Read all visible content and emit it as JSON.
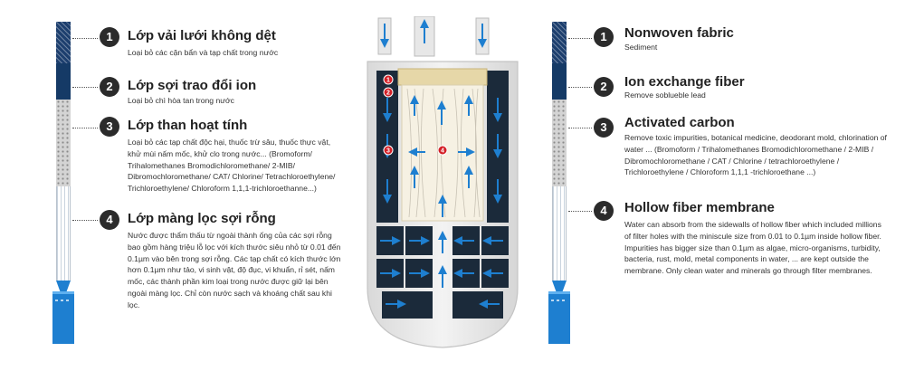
{
  "left_panel": {
    "layers": [
      {
        "number": "1",
        "title": "Lớp vải lưới không dệt",
        "desc": "Loại bỏ các cặn bẩn và tạp chất trong nước"
      },
      {
        "number": "2",
        "title": "Lớp sợi trao đổi ion",
        "desc": "Loại bỏ chì hòa tan trong nước"
      },
      {
        "number": "3",
        "title": "Lớp than hoạt tính",
        "desc": "Loại bỏ các tạp chất độc hại, thuốc trừ sâu, thuốc thực vật, khử mùi nấm mốc, khử clo trong nước... (Bromoform/ Trihalomethanes Bromodichloromethane/ 2-MIB/ Dibromochloromethane/ CAT/ Chlorine/ Tetrachloroethylene/ Trichloroethylene/ Chloroform 1,1,1-trichloroethanne...)"
      },
      {
        "number": "4",
        "title": "Lớp màng lọc sợi rỗng",
        "desc": "Nước được thẩm thấu từ ngoài thành ống của các sợi rỗng bao gồm hàng triệu lỗ lọc với kích thước siêu nhỏ từ 0.01 đến 0.1µm vào bên trong sợi rỗng. Các tạp chất có kích thước lớn hơn 0.1µm như tảo, vi sinh vật, độ đục, vi khuẩn, rỉ sét, nấm mốc, các thành phần kim loại trong nước được giữ lại bên ngoài màng lọc. Chỉ còn nước sạch và khoáng chất sau khi lọc."
      }
    ]
  },
  "right_panel": {
    "layers": [
      {
        "number": "1",
        "title": "Nonwoven fabric",
        "desc": "Sediment"
      },
      {
        "number": "2",
        "title": "Ion exchange fiber",
        "desc": "Remove soblueble lead"
      },
      {
        "number": "3",
        "title": "Activated carbon",
        "desc": "Remove toxic impurities, botanical medicine, deodorant mold, chlorination of water ... (Bromoform / Trihalomethanes Bromodichloromethane / 2-MIB / Dibromochloromethane / CAT / Chlorine / tetrachloroethylene / Trichloroethylene / Chloroform 1,1,1 -trichloroethane ...)"
      },
      {
        "number": "4",
        "title": "Hollow fiber membrane",
        "desc": "Water can absorb from the sidewalls of hollow fiber which included millions of filter holes with the miniscule size from 0.01 to 0.1µm inside hollow fiber. Impurities has bigger size than 0.1µm as algae, micro-organisms, turbidity, bacteria, rust, mold, metal components in water, ... are kept outside the membrane. Only clean water and minerals go through filter membranes."
      }
    ]
  },
  "cartridge": {
    "markers": [
      "1",
      "2",
      "3",
      "4"
    ],
    "colors": {
      "flow_arrow": "#1e7fd0",
      "marker": "#d42027",
      "carbon": "#1b2a3a"
    }
  },
  "colors": {
    "badge": "#2b2b2b",
    "water": "#1e7fd0",
    "dark_layer": "#1d3f6e"
  }
}
